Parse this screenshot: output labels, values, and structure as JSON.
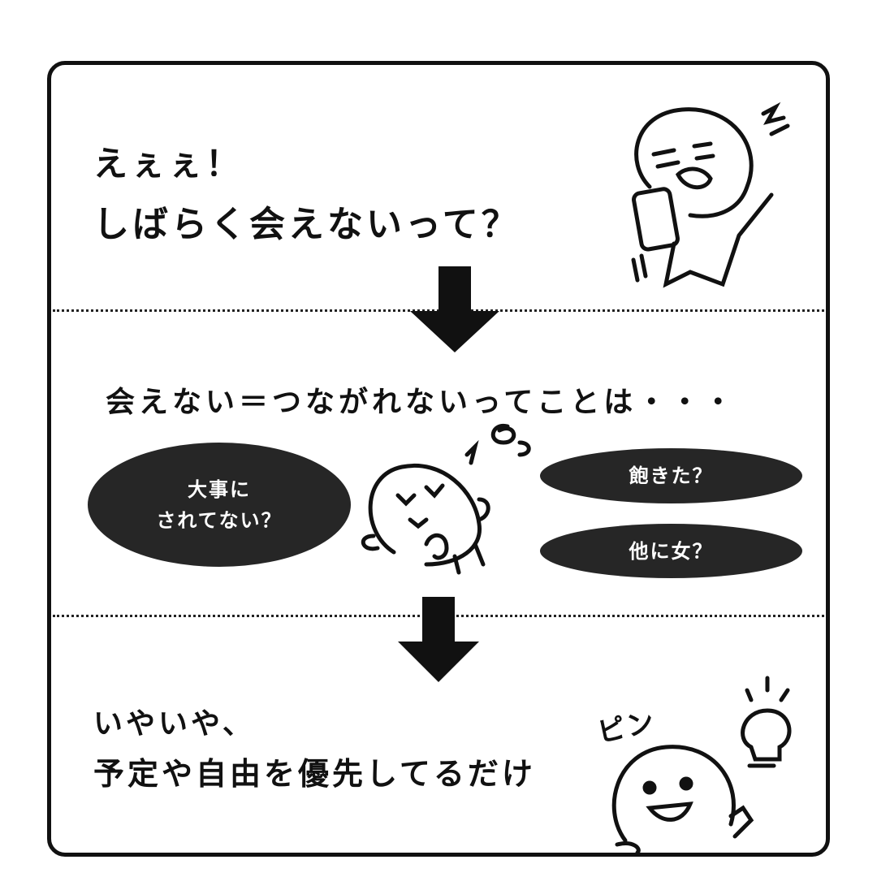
{
  "section1": {
    "line1": "えぇぇ！",
    "line2": "しばらく会えないって？"
  },
  "section2": {
    "heading": "会えない＝つながれないってことは・・・",
    "bubbles": [
      {
        "line1": "大事に",
        "line2": "されてない？"
      },
      {
        "text": "飽きた？"
      },
      {
        "text": "他に女？"
      }
    ]
  },
  "section3": {
    "line1": "いやいや、",
    "line2": "予定や自由を優先してるだけ",
    "sfx": "ピン"
  }
}
